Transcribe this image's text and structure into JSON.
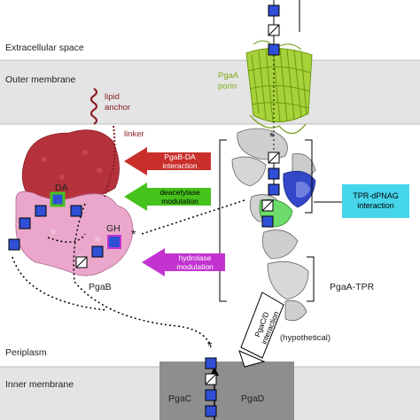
{
  "regions": {
    "extracellular": "Extracellular space",
    "outer_membrane": "Outer membrane",
    "periplasm": "Periplasm",
    "inner_membrane": "Inner membrane"
  },
  "proteins": {
    "pgaa_porin_line1": "PgaA",
    "pgaa_porin_line2": "porin",
    "pgaa_tpr": "PgaA-TPR",
    "pgab": "PgaB",
    "pgac": "PgaC",
    "pgad": "PgaD",
    "da": "DA",
    "gh": "GH"
  },
  "annotations": {
    "lipid_line1": "lipid",
    "lipid_line2": "anchor",
    "linker": "linker",
    "hypothetical": "(hypothetical)",
    "asterisk": "*"
  },
  "arrows": {
    "pgab_da_line1": "PgaB-DA",
    "pgab_da_line2": "interaction",
    "deacetylase_line1": "deacetylase",
    "deacetylase_line2": "modulation",
    "hydrolase_line1": "hydrolase",
    "hydrolase_line2": "modulation",
    "pgacd_line1": "PgaC/D",
    "pgacd_line2": "interaction"
  },
  "tpr_box": {
    "line1": "TPR-dPNAG",
    "line2": "interaction"
  },
  "colors": {
    "membrane": "#e3e3e3",
    "inner_protein": "#8c8c8c",
    "pgab_da": "#b5323c",
    "pgab_gh": "#e8a2c7",
    "porin": "#96c11f",
    "sugar_blue": "#2f4fd6",
    "arrow_red": "#c9302c",
    "arrow_green": "#46c21c",
    "arrow_magenta": "#c233d0",
    "tpr_box": "#46d6ec"
  }
}
